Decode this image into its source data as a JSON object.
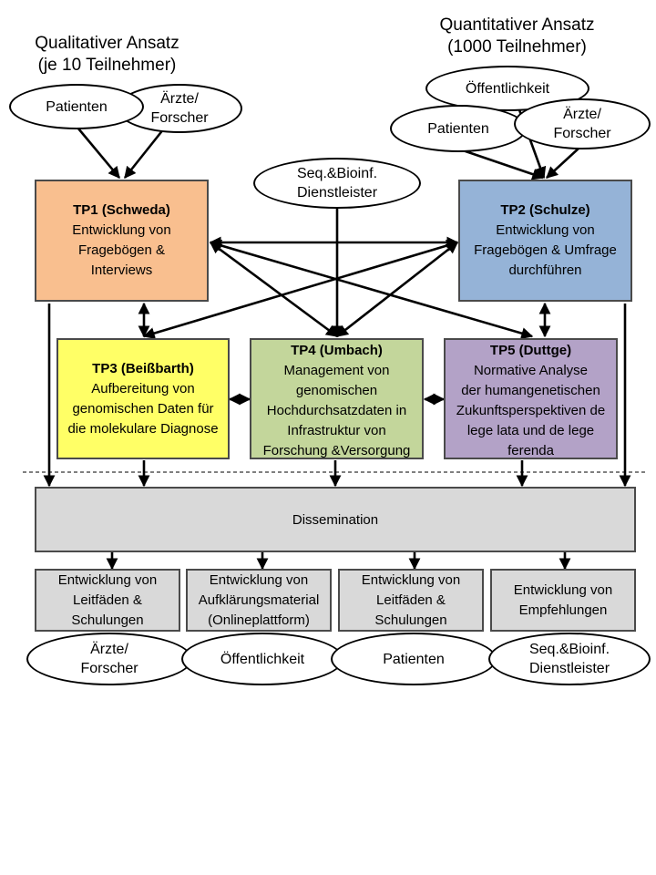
{
  "qualitative": {
    "heading_line1": "Qualitativer Ansatz",
    "heading_line2": "(je 10 Teilnehmer)",
    "stakeholders": {
      "patients": "Patienten",
      "doctors": "Ärzte/\nForscher"
    }
  },
  "quantitative": {
    "heading_line1": "Quantitativer Ansatz",
    "heading_line2": "(1000 Teilnehmer)",
    "stakeholders": {
      "public": "Öffentlichkeit",
      "patients": "Patienten",
      "doctors": "Ärzte/\nForscher"
    }
  },
  "service_provider": "Seq.&Bioinf.\nDienstleister",
  "tp1": {
    "title": "TP1 (Schweda)",
    "text": "Entwicklung von\nFragebögen &\nInterviews"
  },
  "tp2": {
    "title": "TP2 (Schulze)",
    "text": "Entwicklung von\nFragebögen & Umfrage\ndurchführen"
  },
  "tp3": {
    "title": "TP3 (Beißbarth)",
    "text": "Aufbereitung von\ngenomischen Daten für\ndie molekulare Diagnose"
  },
  "tp4": {
    "title": "TP4 (Umbach)",
    "text": "Management von\ngenomischen\nHochdurchsatzdaten in\nInfrastruktur von\nForschung &Versorgung"
  },
  "tp5": {
    "title": "TP5 (Duttge)",
    "text": "Normative Analyse\nder humangenetischen\nZukunftsperspektiven de\nlege lata und de lege\nferenda"
  },
  "dissemination": "Dissemination",
  "outputs": [
    "Entwicklung von\nLeitfäden &\nSchulungen",
    "Entwicklung von\nAufklärungsmaterial\n(Onlineplattform)",
    "Entwicklung von\nLeitfäden &\nSchulungen",
    "Entwicklung von\nEmpfehlungen"
  ],
  "audiences": [
    "Ärzte/\nForscher",
    "Öffentlichkeit",
    "Patienten",
    "Seq.&Bioinf.\nDienstleister"
  ],
  "colors": {
    "tp1": "#f9bf8f",
    "tp2": "#95b3d7",
    "tp3": "#ffff66",
    "tp4": "#c3d69b",
    "tp5": "#b3a2c7",
    "dissemination": "#d9d9d9"
  }
}
